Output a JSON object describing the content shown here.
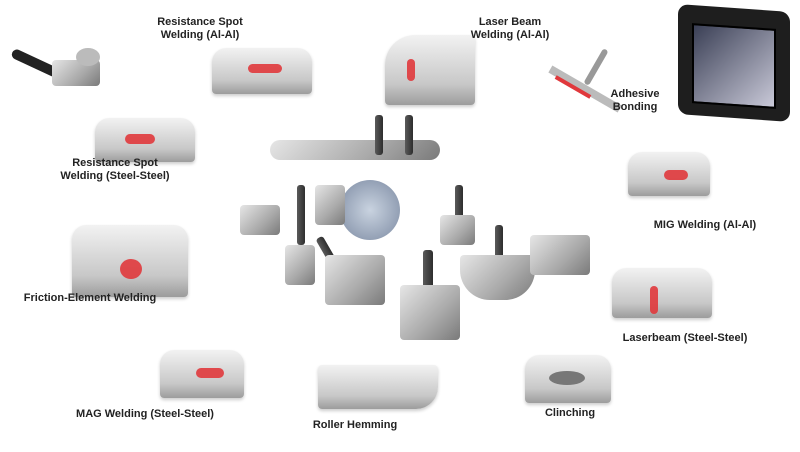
{
  "labels": {
    "rsw_al": [
      "Resistance Spot",
      "Welding (Al-Al)"
    ],
    "lbw_al": [
      "Laser Beam",
      "Welding (Al-Al)"
    ],
    "adhesive": [
      "Adhesive",
      "Bonding"
    ],
    "rsw_steel": [
      "Resistance Spot",
      "Welding (Steel-Steel)"
    ],
    "mig_al": "MIG Welding (Al-Al)",
    "friction": "Friction-Element Welding",
    "laser_steel": "Laserbeam (Steel-Steel)",
    "mag_steel": "MAG Welding (Steel-Steel)",
    "hemming": "Roller Hemming",
    "clinching": "Clinching"
  },
  "colors": {
    "weld": "#e0383c",
    "device": "#1e1e1e"
  }
}
